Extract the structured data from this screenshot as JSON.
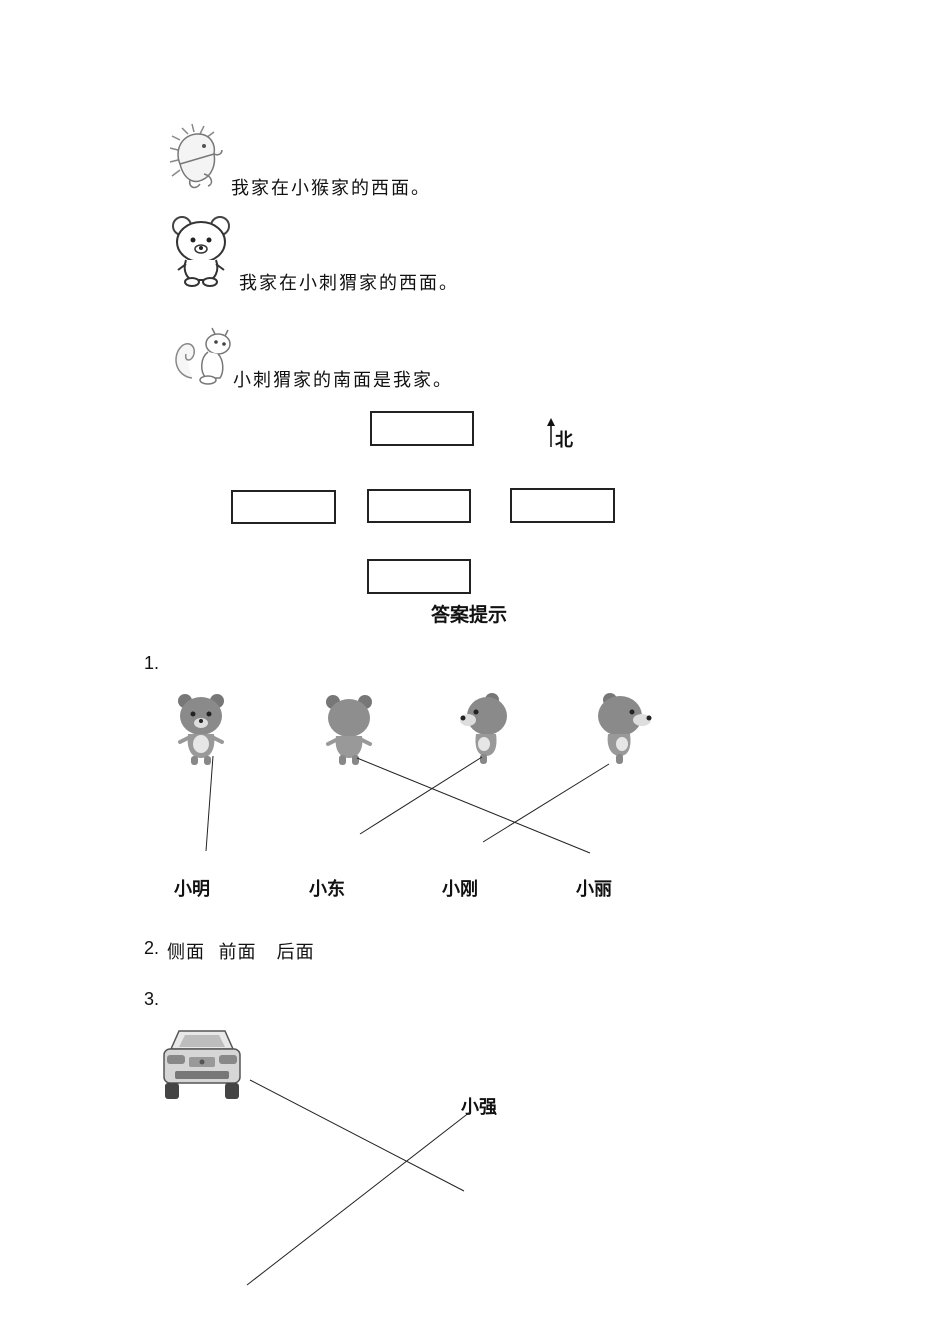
{
  "puzzle": {
    "statements": [
      {
        "animal": "hedgehog-icon",
        "text": "我家在小猴家的西面。"
      },
      {
        "animal": "bear-icon",
        "text": "我家在小刺猬家的西面。"
      },
      {
        "animal": "squirrel-icon",
        "text": "小刺猬家的南面是我家。"
      }
    ],
    "compass_label": "北"
  },
  "answers": {
    "title": "答案提示",
    "q1": {
      "number": "1.",
      "names": [
        "小明",
        "小东",
        "小刚",
        "小丽"
      ]
    },
    "q2": {
      "number": "2.",
      "text": "侧面  前面   后面"
    },
    "q3": {
      "number": "3.",
      "name": "小强"
    }
  }
}
